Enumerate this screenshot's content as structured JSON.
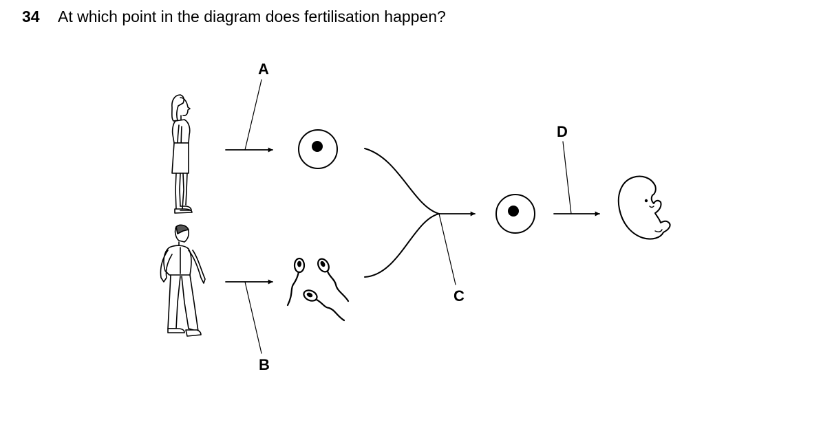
{
  "question": {
    "number": "34",
    "text": "At which point in the diagram does fertilisation happen?"
  },
  "diagram": {
    "labels": {
      "a": "A",
      "b": "B",
      "c": "C",
      "d": "D"
    }
  }
}
